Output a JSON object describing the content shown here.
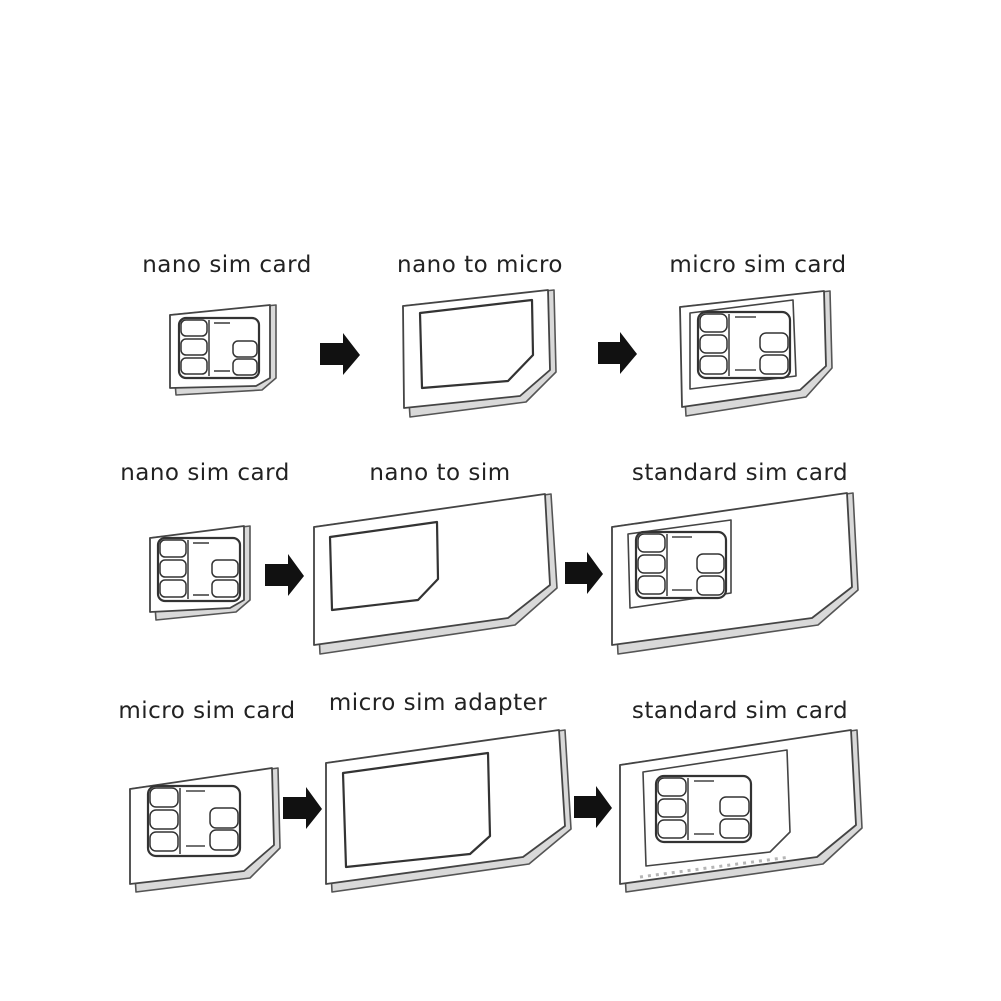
{
  "rows": [
    {
      "labels": [
        "nano sim card",
        "nano to micro",
        "micro sim card"
      ]
    },
    {
      "labels": [
        "nano sim card",
        "nano to sim",
        "standard sim card"
      ]
    },
    {
      "labels": [
        "micro sim card",
        "micro sim adapter",
        "standard sim card"
      ]
    }
  ],
  "icons": {
    "arrow": "right-arrow-icon"
  },
  "colors": {
    "line": "#444444",
    "arrow": "#111111",
    "background": "#ffffff"
  }
}
